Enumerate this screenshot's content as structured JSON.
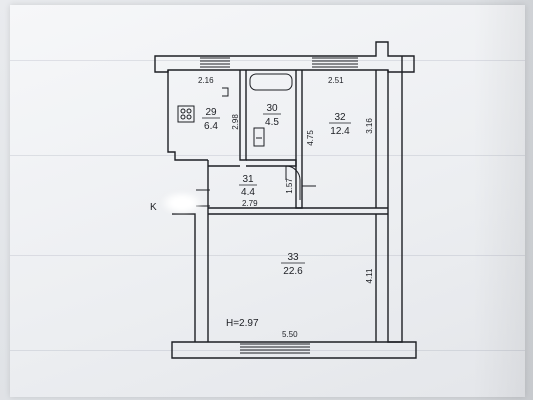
{
  "plan": {
    "rooms": [
      {
        "id": "room-29",
        "number": "29",
        "area": "6.4"
      },
      {
        "id": "room-30",
        "number": "30",
        "area": "4.5"
      },
      {
        "id": "room-31",
        "number": "31",
        "area": "4.4"
      },
      {
        "id": "room-32",
        "number": "32",
        "area": "12.4"
      },
      {
        "id": "room-33",
        "number": "33",
        "area": "22.6"
      }
    ],
    "dimensions": {
      "kitchen_width": "2.16",
      "kitchen_depth": "2.98",
      "bedroom_width": "2.51",
      "bedroom_depth_left": "4.75",
      "bedroom_depth_right": "3.16",
      "hall_depth": "1.57",
      "hall_width": "2.79",
      "living_depth": "4.11",
      "living_width": "5.50"
    },
    "ceiling_height": "H=2.97",
    "entrance_mark": "K"
  },
  "colors": {
    "ink": "#1d1f24",
    "wall_fill": "#eef0f3",
    "paper": "#f2f3f6"
  }
}
